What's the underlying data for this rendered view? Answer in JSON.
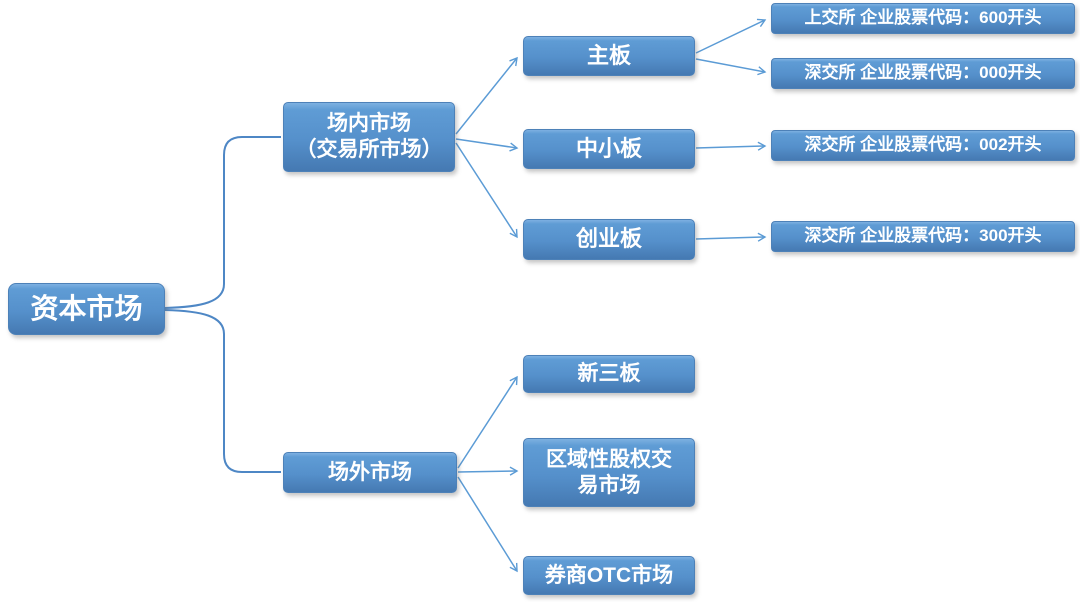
{
  "nodes": {
    "root": {
      "label": "资本市场"
    },
    "onexchange": {
      "line1": "场内市场",
      "line2": "（交易所市场）"
    },
    "offexchange": {
      "label": "场外市场"
    },
    "mainboard": {
      "label": "主板"
    },
    "sme_board": {
      "label": "中小板"
    },
    "gem_board": {
      "label": "创业板"
    },
    "neeq": {
      "label": "新三板"
    },
    "regional": {
      "label": "区域性股权交易市场"
    },
    "broker_otc": {
      "label": "券商OTC市场"
    },
    "sse_600": {
      "label": "上交所 企业股票代码：600开头"
    },
    "szse_000": {
      "label": "深交所 企业股票代码：000开头"
    },
    "szse_002": {
      "label": "深交所 企业股票代码：002开头"
    },
    "szse_300": {
      "label": "深交所 企业股票代码：300开头"
    }
  },
  "hierarchy": {
    "资本市场": [
      "场内市场（交易所市场）",
      "场外市场"
    ],
    "场内市场（交易所市场）": [
      "主板",
      "中小板",
      "创业板"
    ],
    "主板": [
      "上交所 企业股票代码：600开头",
      "深交所 企业股票代码：000开头"
    ],
    "中小板": [
      "深交所 企业股票代码：002开头"
    ],
    "创业板": [
      "深交所 企业股票代码：300开头"
    ],
    "场外市场": [
      "新三板",
      "区域性股权交易市场",
      "券商OTC市场"
    ]
  },
  "colors": {
    "node_fill_top": "#7DB0E1",
    "node_fill_bottom": "#4579B2",
    "node_border": "#4D81B8",
    "connector": "#5B9BD5",
    "text": "#FFFFFF",
    "background": "#FFFFFF"
  }
}
